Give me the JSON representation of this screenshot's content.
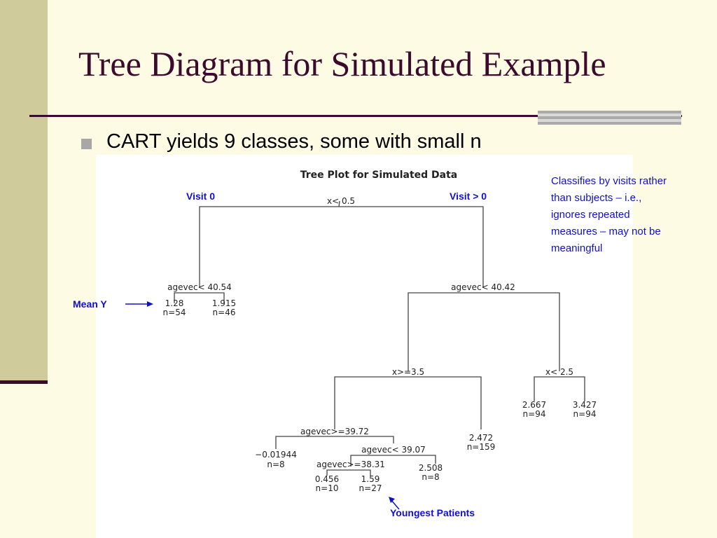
{
  "slide": {
    "title": "Tree Diagram for Simulated Example",
    "bullet": "CART yields 9 classes, some with small n",
    "colors": {
      "title": "#3c0a2d",
      "annotation": "#1010c8",
      "background": "#fdfbe3",
      "band": "#cfcb9b"
    }
  },
  "plot": {
    "title": "Tree Plot for Simulated Data",
    "splits": {
      "root": "x< 0.5",
      "left": "agevec< 40.54",
      "right": "agevec< 40.42",
      "right_left": "x>=3.5",
      "right_right": "x< 2.5",
      "rl_left": "agevec>=39.72",
      "rll_right": "agevec< 39.07",
      "rllr_left": "agevec>=38.31"
    },
    "leaves": [
      {
        "mean": "1.28",
        "n": "n=54"
      },
      {
        "mean": "1.915",
        "n": "n=46"
      },
      {
        "mean": "−0.01944",
        "n": "n=8"
      },
      {
        "mean": "0.456",
        "n": "n=10"
      },
      {
        "mean": "1.59",
        "n": "n=27"
      },
      {
        "mean": "2.508",
        "n": "n=8"
      },
      {
        "mean": "2.472",
        "n": "n=159"
      },
      {
        "mean": "2.667",
        "n": "n=94"
      },
      {
        "mean": "3.427",
        "n": "n=94"
      }
    ]
  },
  "annotations": {
    "visit0": "Visit 0",
    "visit_gt0": "Visit > 0",
    "mean_y": "Mean Y",
    "youngest": "Youngest Patients",
    "side_note": "Classifies by visits rather than subjects – i.e., ignores repeated measures – may not be meaningful"
  }
}
